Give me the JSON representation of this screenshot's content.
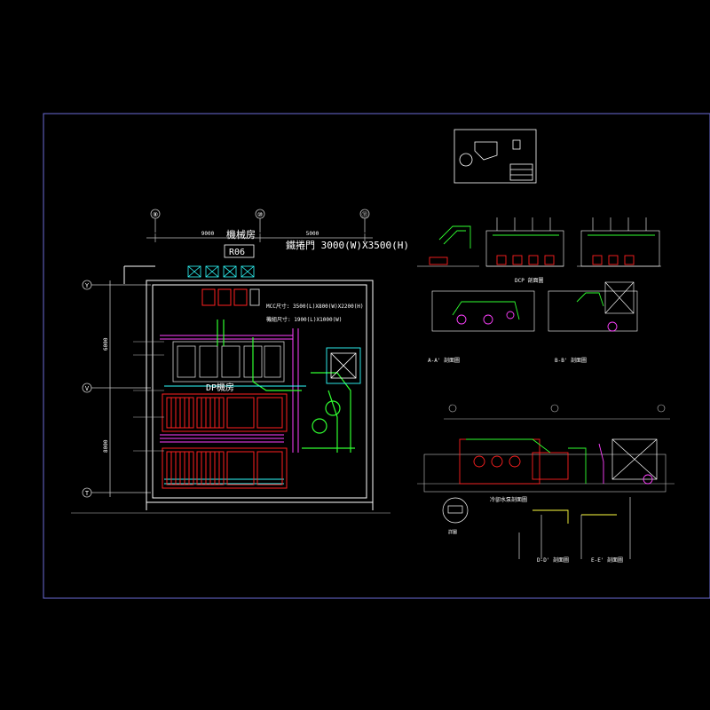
{
  "colors": {
    "background": "#000000",
    "frame": "#6b6bd6",
    "wall": "#ffffff",
    "equipment_primary": "#ff2020",
    "equipment_secondary": "#d0d0d0",
    "pipe_green": "#30ff30",
    "pipe_magenta": "#ff40ff",
    "pipe_cyan": "#30ffff",
    "dimension": "#c0c0c0",
    "text": "#ffffff",
    "yellow": "#ffff40"
  },
  "plan": {
    "grid_top": [
      "⑧",
      "⑩",
      "⑪"
    ],
    "grid_left": [
      "Y",
      "V",
      "T"
    ],
    "dim_top": [
      "9000",
      "5000"
    ],
    "dim_left": [
      "6000",
      "8000"
    ],
    "room_title": "機械房",
    "room_tag": "R06",
    "door_note": "鐵捲門 3000(W)X3500(H)",
    "plant_room_label": "DP機房",
    "spec_line_1": "MCC尺寸: 3500(L)X800(W)X2200(H)",
    "spec_line_2": "機組尺寸: 1900(L)X1000(W)"
  },
  "sections": {
    "a_a": "A-A' 剖面圖",
    "b_b": "B-B' 剖面圖",
    "d_d": "D-D' 剖面圖",
    "e_e": "E-E' 剖面圖",
    "dcp_label": "DCP 剖面圖",
    "large_section_note": "冷卻水泵剖面圖",
    "detail_label": "詳圖"
  }
}
